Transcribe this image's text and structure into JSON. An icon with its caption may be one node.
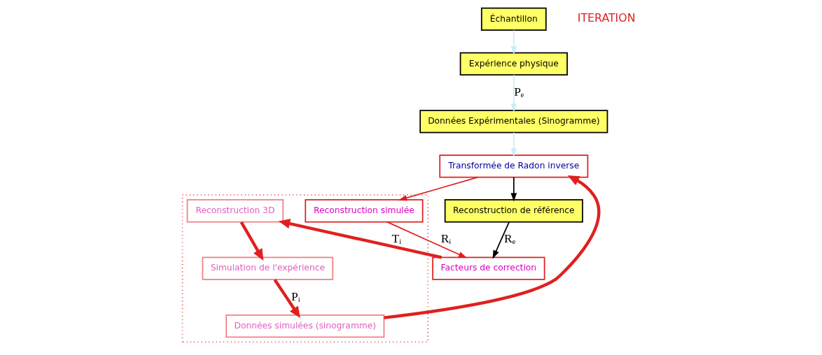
{
  "diagram": {
    "nodes": [
      {
        "text": [
          "Échantillon"
        ]
      },
      {
        "text": [
          "Expérience physique"
        ]
      },
      {
        "text": [
          "Données Expérimentales (Sinogramme)"
        ]
      },
      {
        "text": [
          "Transformée de Radon inverse"
        ]
      },
      {
        "text": [
          "Reconstruction de référence"
        ]
      },
      {
        "text": [
          "Facteurs de correction"
        ]
      },
      {
        "text": [],
        "shape": "box"
      },
      {
        "text": [
          "Reconstruction simulée"
        ],
        "in": 6
      },
      {
        "text": [
          "Reconstruction 3D"
        ],
        "in": 6
      },
      {
        "text": [
          "Simulation de l'expérience"
        ],
        "in": 6
      },
      {
        "text": [
          "Données simulées (sinogramme)"
        ],
        "in": 6
      }
    ],
    "edges": [
      {
        "from": 0,
        "to": 1,
        "arrow": "to",
        "color": "#c8eef8"
      },
      {
        "from": 1,
        "to": 2,
        "arrow": "to",
        "label": "Pₑ",
        "color": "#c8eef8"
      },
      {
        "from": 2,
        "to": 3,
        "arrow": "to",
        "color": "#c8eef8"
      },
      {
        "from": 3,
        "to": 4,
        "arrow": "to",
        "color": "#000000"
      },
      {
        "from": 4,
        "to": 5,
        "arrow": "to",
        "label": "Rₑ",
        "color": "#000000"
      },
      {
        "from": 3,
        "to": 7,
        "arrow": "to"
      },
      {
        "from": 7,
        "to": 5,
        "arrow": "to",
        "label": "Rᵢ"
      },
      {
        "from": 5,
        "to": 8,
        "arrow": "to",
        "label": "Tᵢ",
        "style": "thick"
      },
      {
        "from": 8,
        "to": 9,
        "arrow": "to",
        "style": "thick"
      },
      {
        "from": 9,
        "to": 10,
        "arrow": "to",
        "label": "Pᵢ",
        "style": "thick"
      },
      {
        "from": 10,
        "to": 3,
        "arrow": "to",
        "style": "thick"
      }
    ],
    "labels": [
      "ITERATION"
    ]
  }
}
